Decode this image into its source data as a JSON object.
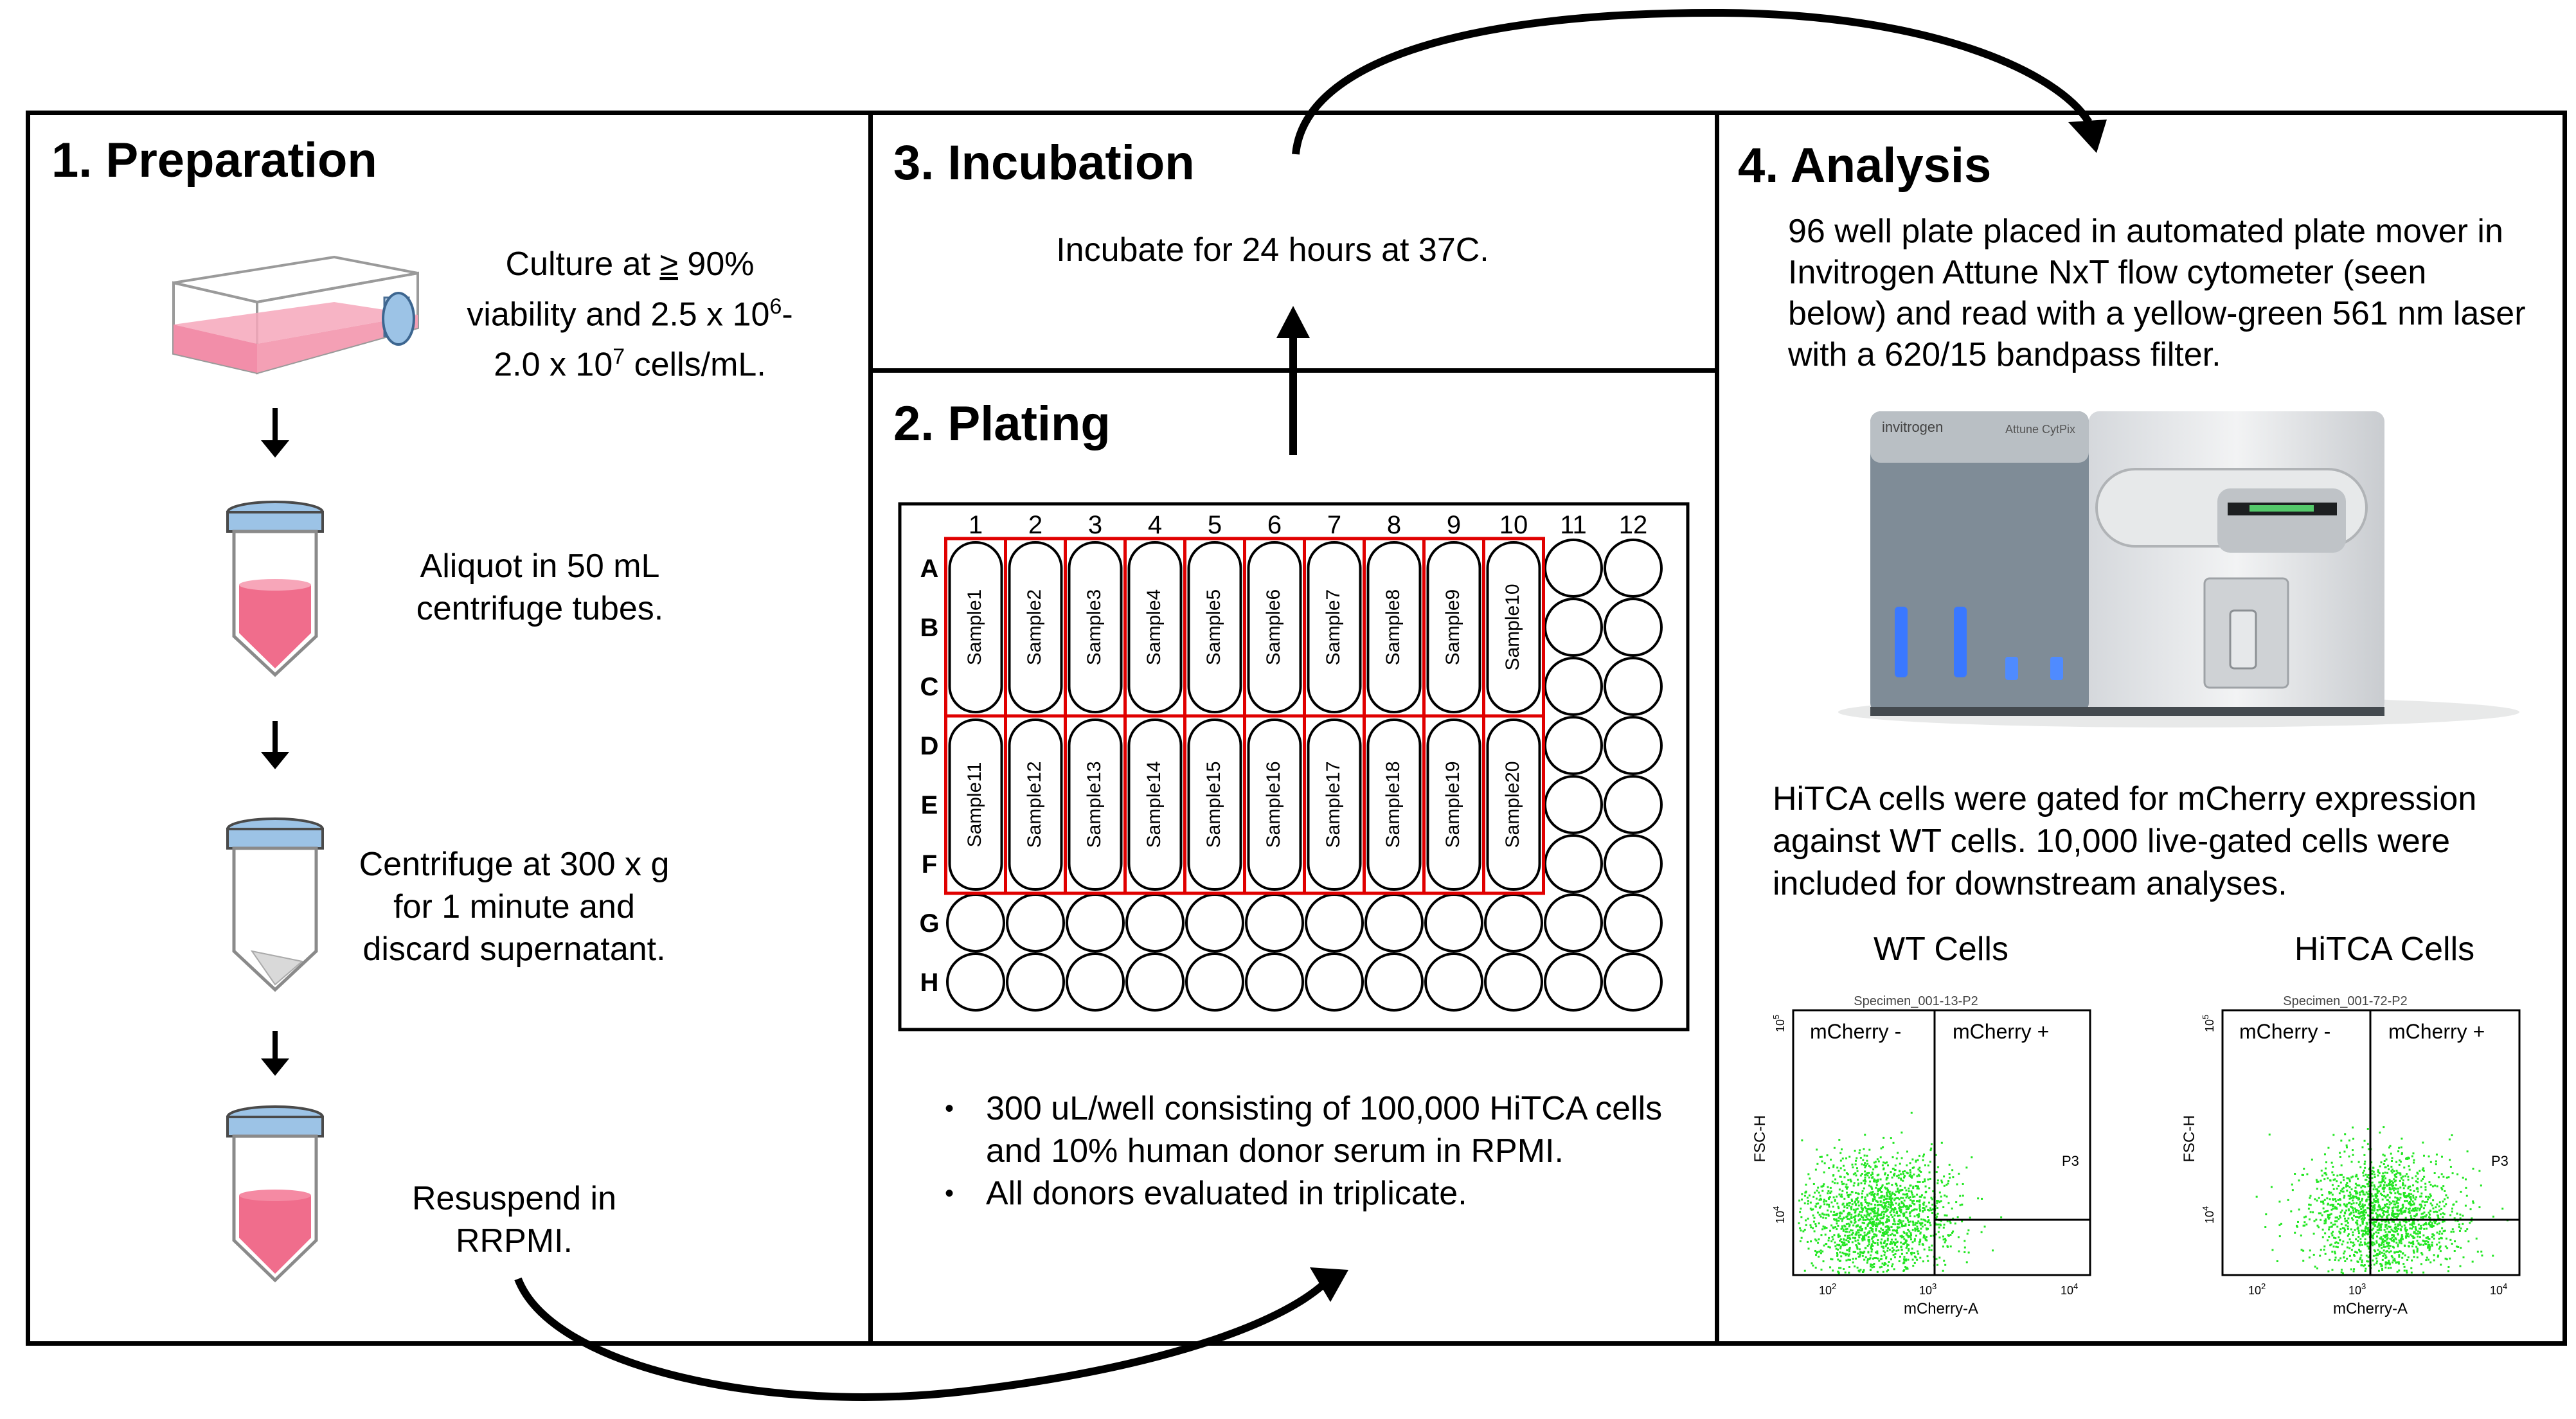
{
  "panels": {
    "preparation": {
      "title": "1. Preparation",
      "steps": [
        {
          "l1": "Culture at ",
          "ge": "≥",
          "l1b": " 90%",
          "l2a": "viability and 2.5 x 10",
          "l2sup": "6",
          "l2b": "-",
          "l3a": "2.0 x 10",
          "l3sup": "7",
          "l3b": " cells/mL."
        },
        {
          "l1": "Aliquot in 50 mL",
          "l2": "centrifuge tubes."
        },
        {
          "l1": "Centrifuge at 300 x g",
          "l2": "for 1 minute and",
          "l3": "discard supernatant."
        },
        {
          "l1": "Resuspend in",
          "l2": "RRPMI."
        }
      ]
    },
    "incubation": {
      "title": "3. Incubation",
      "text": "Incubate for 24 hours at 37C."
    },
    "plating": {
      "title": "2. Plating",
      "columns": [
        "1",
        "2",
        "3",
        "4",
        "5",
        "6",
        "7",
        "8",
        "9",
        "10",
        "11",
        "12"
      ],
      "rows": [
        "A",
        "B",
        "C",
        "D",
        "E",
        "F",
        "G",
        "H"
      ],
      "samples_top": [
        "Sample1",
        "Sample2",
        "Sample3",
        "Sample4",
        "Sample5",
        "Sample6",
        "Sample7",
        "Sample8",
        "Sample9",
        "Sample10"
      ],
      "samples_bottom": [
        "Sample11",
        "Sample12",
        "Sample13",
        "Sample14",
        "Sample15",
        "Sample16",
        "Sample17",
        "Sample18",
        "Sample19",
        "Sample20"
      ],
      "bullets": [
        {
          "l1": "300 uL/well consisting of 100,000 HiTCA cells",
          "l2": "and 10% human donor serum in RPMI."
        },
        {
          "l1": "All donors evaluated in triplicate.",
          "l2": ""
        }
      ],
      "bullet_char": "•"
    },
    "analysis": {
      "title": "4. Analysis",
      "desc": [
        "96 well plate placed in automated plate mover in",
        "Invitrogen Attune NxT flow cytometer (seen",
        "below) and read with a yellow-green 561 nm laser",
        "with a 620/15 bandpass filter."
      ],
      "instrument": {
        "brand": "invitrogen",
        "model": "Attune CytPix"
      },
      "gating": [
        "HiTCA cells were gated for mCherry expression",
        "against WT cells. 10,000 live-gated cells were",
        "included for downstream analyses."
      ],
      "plots": [
        {
          "heading": "WT Cells",
          "specimen": "Specimen_001-13-P2",
          "q_left": "mCherry -",
          "q_right": "mCherry +",
          "gate": "P3",
          "ylabel": "FSC-H",
          "xlabel": "mCherry-A",
          "y5": "10",
          "y5sup": "5",
          "y4": "10",
          "y4sup": "4",
          "x2": "10",
          "x2sup": "2",
          "x3": "10",
          "x3sup": "3",
          "x4": "10",
          "x4sup": "4"
        },
        {
          "heading": "HiTCA Cells",
          "specimen": "Specimen_001-72-P2",
          "q_left": "mCherry -",
          "q_right": "mCherry +",
          "gate": "P3",
          "ylabel": "FSC-H",
          "xlabel": "mCherry-A",
          "y5": "10",
          "y5sup": "5",
          "y4": "10",
          "y4sup": "4",
          "x2": "10",
          "x2sup": "2",
          "x3": "10",
          "x3sup": "3",
          "x4": "10",
          "x4sup": "4"
        }
      ]
    }
  },
  "colors": {
    "flask_pink": "#f6a7bb",
    "tube_pink": "#f06d8c",
    "cap_blue": "#9cc3e6",
    "plate_red": "#e00000",
    "dots_green": "#22e622"
  }
}
